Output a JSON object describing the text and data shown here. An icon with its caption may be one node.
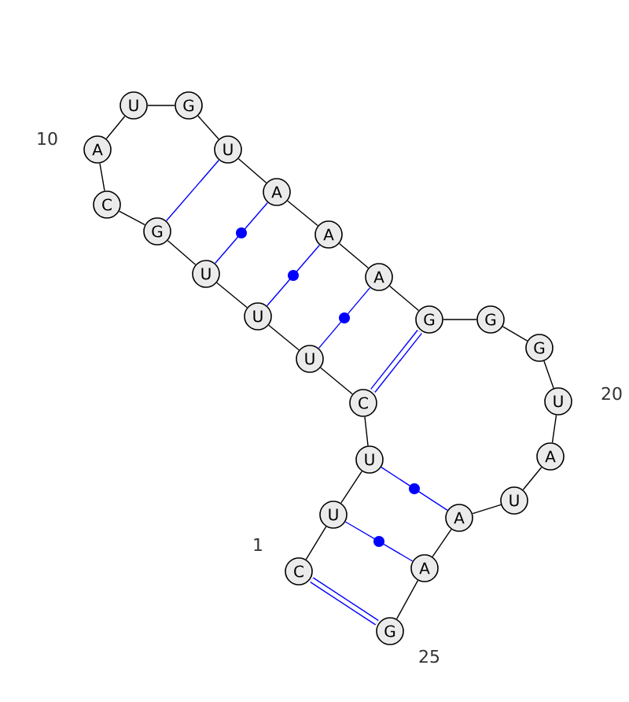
{
  "diagram": {
    "nodes": [
      {
        "text": [
          "C"
        ]
      },
      {
        "text": [
          "U"
        ]
      },
      {
        "text": [
          "U"
        ]
      },
      {
        "text": [
          "C"
        ]
      },
      {
        "text": [
          "U"
        ]
      },
      {
        "text": [
          "U"
        ]
      },
      {
        "text": [
          "U"
        ]
      },
      {
        "text": [
          "G"
        ]
      },
      {
        "text": [
          "C"
        ]
      },
      {
        "text": [
          "A"
        ]
      },
      {
        "text": [
          "U"
        ]
      },
      {
        "text": [
          "G"
        ]
      },
      {
        "text": [
          "U"
        ]
      },
      {
        "text": [
          "A"
        ]
      },
      {
        "text": [
          "A"
        ]
      },
      {
        "text": [
          "A"
        ]
      },
      {
        "text": [
          "G"
        ]
      },
      {
        "text": [
          "G"
        ]
      },
      {
        "text": [
          "G"
        ]
      },
      {
        "text": [
          "U"
        ]
      },
      {
        "text": [
          "A"
        ]
      },
      {
        "text": [
          "U"
        ]
      },
      {
        "text": [
          "A"
        ]
      },
      {
        "text": [
          "A"
        ]
      },
      {
        "text": [
          "G"
        ]
      }
    ],
    "edges": [
      {
        "from": 0,
        "to": 1,
        "arrow": "none"
      },
      {
        "from": 1,
        "to": 2,
        "arrow": "none"
      },
      {
        "from": 2,
        "to": 3,
        "arrow": "none"
      },
      {
        "from": 3,
        "to": 4,
        "arrow": "none"
      },
      {
        "from": 4,
        "to": 5,
        "arrow": "none"
      },
      {
        "from": 5,
        "to": 6,
        "arrow": "none"
      },
      {
        "from": 6,
        "to": 7,
        "arrow": "none"
      },
      {
        "from": 7,
        "to": 8,
        "arrow": "none"
      },
      {
        "from": 8,
        "to": 9,
        "arrow": "none"
      },
      {
        "from": 9,
        "to": 10,
        "arrow": "none"
      },
      {
        "from": 10,
        "to": 11,
        "arrow": "none"
      },
      {
        "from": 11,
        "to": 12,
        "arrow": "none"
      },
      {
        "from": 12,
        "to": 13,
        "arrow": "none"
      },
      {
        "from": 13,
        "to": 14,
        "arrow": "none"
      },
      {
        "from": 14,
        "to": 15,
        "arrow": "none"
      },
      {
        "from": 15,
        "to": 16,
        "arrow": "none"
      },
      {
        "from": 16,
        "to": 17,
        "arrow": "none"
      },
      {
        "from": 17,
        "to": 18,
        "arrow": "none"
      },
      {
        "from": 18,
        "to": 19,
        "arrow": "none"
      },
      {
        "from": 19,
        "to": 20,
        "arrow": "none"
      },
      {
        "from": 20,
        "to": 21,
        "arrow": "none"
      },
      {
        "from": 21,
        "to": 22,
        "arrow": "none"
      },
      {
        "from": 22,
        "to": 23,
        "arrow": "none"
      },
      {
        "from": 23,
        "to": 24,
        "arrow": "none"
      },
      {
        "from": 0,
        "to": 24,
        "arrow": "none",
        "style": "thick",
        "color": "#0000ff"
      },
      {
        "from": 1,
        "to": 23,
        "arrow": "none",
        "color": "#0000ff"
      },
      {
        "from": 2,
        "to": 22,
        "arrow": "none",
        "color": "#0000ff"
      },
      {
        "from": 3,
        "to": 16,
        "arrow": "none",
        "style": "thick",
        "color": "#0000ff"
      },
      {
        "from": 4,
        "to": 15,
        "arrow": "none",
        "color": "#0000ff"
      },
      {
        "from": 5,
        "to": 14,
        "arrow": "none",
        "color": "#0000ff"
      },
      {
        "from": 6,
        "to": 13,
        "arrow": "none",
        "color": "#0000ff"
      },
      {
        "from": 7,
        "to": 12,
        "arrow": "none",
        "color": "#0000ff"
      }
    ],
    "labels": [
      "10",
      "20",
      "1",
      "25"
    ]
  }
}
